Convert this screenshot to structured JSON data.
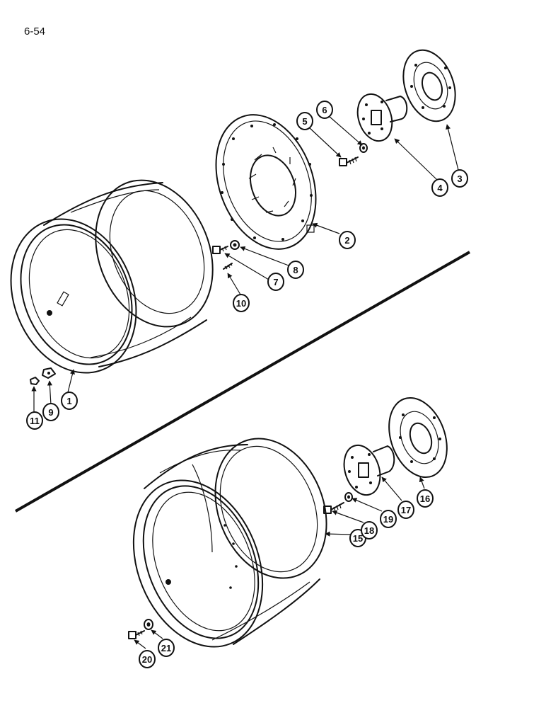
{
  "page": {
    "number": "6-54"
  },
  "callouts": [
    "1",
    "2",
    "3",
    "4",
    "5",
    "6",
    "7",
    "8",
    "9",
    "10",
    "11",
    "15",
    "16",
    "17",
    "18",
    "19",
    "20",
    "21"
  ],
  "ink_color": "#111111"
}
